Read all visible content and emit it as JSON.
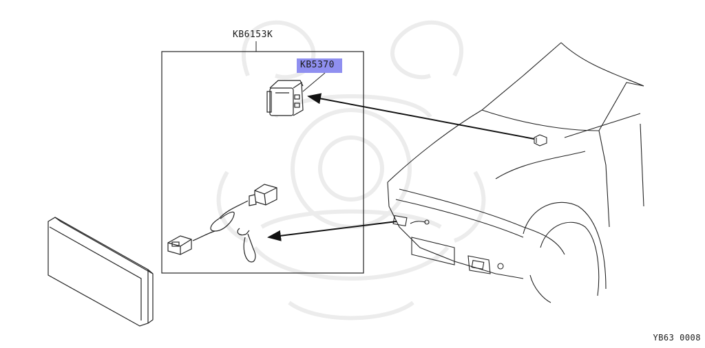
{
  "labels": {
    "assembly_code": "KB6153K",
    "part_code": "KB5370",
    "figure_id": "YB63 0008"
  },
  "colors": {
    "highlight": "#8f8ff0",
    "line": "#222222",
    "watermark": "#ececec"
  }
}
